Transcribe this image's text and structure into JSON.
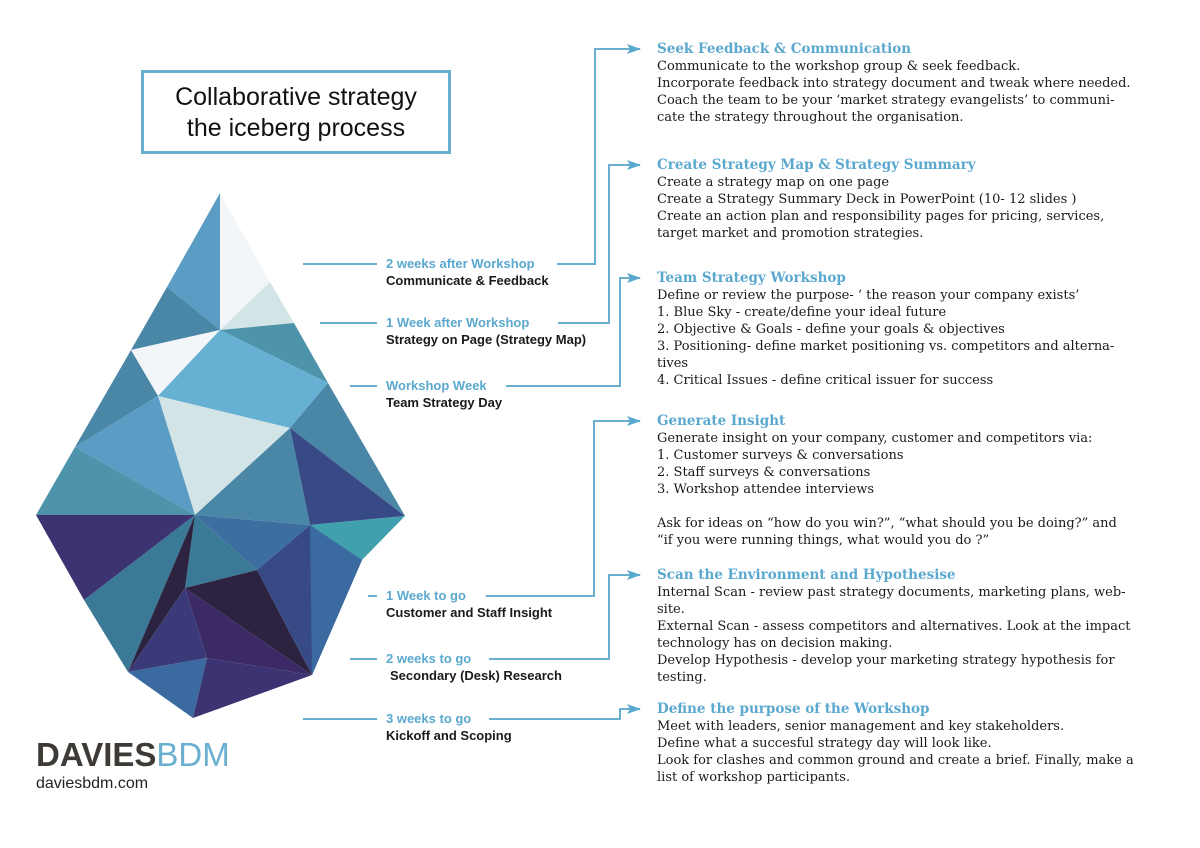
{
  "title": {
    "line1": "Collaborative strategy",
    "line2": "the iceberg process"
  },
  "colors": {
    "accent": "#5ba8cf",
    "brand_dark": "#3e3a36",
    "text": "#1a1a1a"
  },
  "stages": [
    {
      "when": "2 weeks after Workshop",
      "what": "Communicate & Feedback"
    },
    {
      "when": "1 Week after Workshop",
      "what": "Strategy on Page (Strategy Map)"
    },
    {
      "when": "Workshop Week",
      "what": "Team Strategy Day"
    },
    {
      "when": "1 Week to go",
      "what": "Customer and Staff Insight"
    },
    {
      "when": "2 weeks to go",
      "what": "Secondary (Desk) Research"
    },
    {
      "when": "3 weeks to go",
      "what": "Kickoff and Scoping"
    }
  ],
  "steps": [
    {
      "heading": "Seek Feedback & Communication",
      "lines": [
        "Communicate to the workshop group & seek feedback.",
        "Incorporate feedback into strategy document and tweak where needed.",
        "Coach the team to be your  ‘market strategy evangelists’ to communi-",
        "cate the strategy throughout the organisation."
      ]
    },
    {
      "heading": "Create Strategy Map & Strategy Summary",
      "lines": [
        "Create a strategy map on one page",
        "Create a Strategy Summary Deck in PowerPoint (10- 12 slides )",
        "Create an action plan and responsibility pages for pricing, services,",
        "target market and promotion strategies."
      ]
    },
    {
      "heading": "Team Strategy Workshop",
      "lines": [
        "Define or review the purpose- ‘ the reason your company exists’",
        "1. Blue Sky - create/define your ideal future",
        "2. Objective & Goals - define your goals & objectives",
        "3. Positioning- define market positioning vs. competitors and alterna-",
        "tives",
        "4. Critical Issues - define critical issuer for success"
      ]
    },
    {
      "heading": "Generate Insight",
      "lines": [
        "Generate insight on your company, customer and competitors via:",
        "1. Customer surveys & conversations",
        "2. Staff surveys & conversations",
        "3. Workshop attendee interviews",
        "",
        "Ask for ideas on “how do you win?”, “what should you be doing?” and",
        "“if you were running things, what would you do ?”"
      ]
    },
    {
      "heading": "Scan the Environment and Hypothesise",
      "lines": [
        "Internal Scan - review past strategy documents, marketing plans, web-",
        "site.",
        "External Scan - assess competitors and alternatives. Look at the impact",
        "technology has on decision making.",
        "Develop Hypothesis - develop your marketing strategy hypothesis for",
        "testing."
      ]
    },
    {
      "heading": "Define the purpose of the Workshop",
      "lines": [
        "Meet with leaders, senior management and key stakeholders.",
        "Define what a succesful strategy day will look like.",
        "Look for clashes and common ground and create a brief. Finally, make a",
        "list of workshop participants."
      ]
    }
  ],
  "logo": {
    "part1": "DAVIES",
    "part2": "BDM",
    "url": "daviesbdm.com"
  }
}
